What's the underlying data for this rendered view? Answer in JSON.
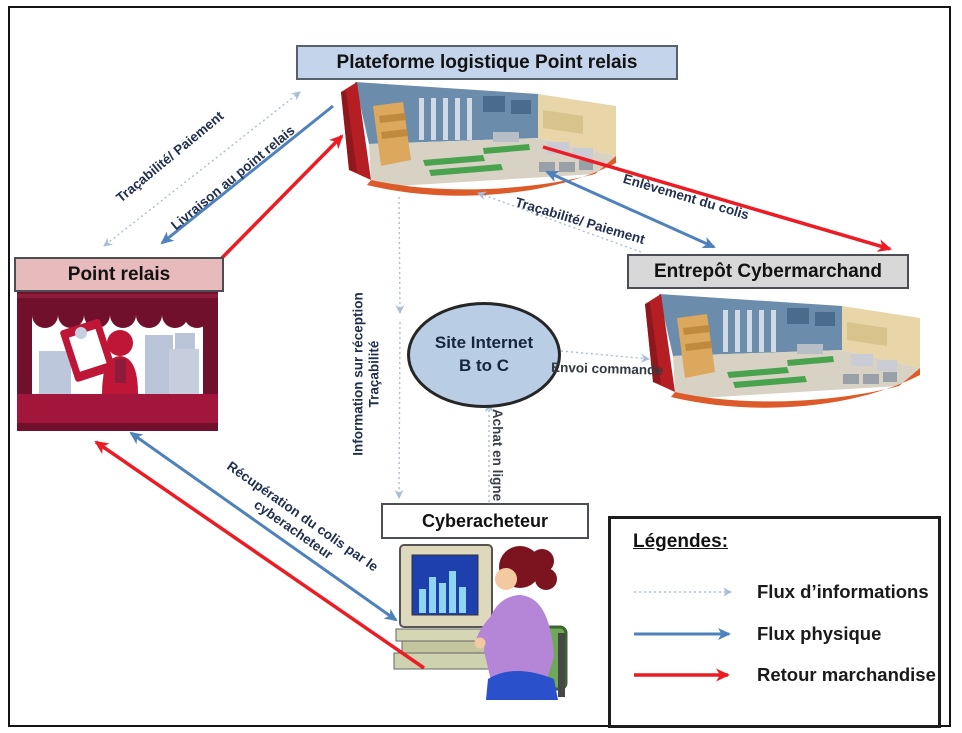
{
  "nodes": {
    "plateforme": {
      "label": "Plateforme logistique Point relais",
      "fill": "#c3d4eb"
    },
    "point_relais": {
      "label": "Point relais",
      "fill": "#e7babb"
    },
    "entrepot": {
      "label": "Entrepôt Cybermarchand",
      "fill": "#d8d8d8"
    },
    "site_internet": {
      "line1": "Site Internet",
      "line2": "B to C",
      "fill": "#b9cde5"
    },
    "cyberacheteur": {
      "label": "Cyberacheteur",
      "fill": "#ffffff"
    }
  },
  "edge_labels": {
    "tracabilite_paiement_left": "Traçabilité/ Paiement",
    "livraison_point_relais": "Livraison au point relais",
    "enlevement_colis": "Enlèvement du colis",
    "tracabilite_paiement_right": "Traçabilité/ Paiement",
    "envoi_commande": "Envoi commande",
    "information_reception_line1": "Information sur réception",
    "information_reception_line2": "Traçabilité",
    "achat_en_ligne": "Achat en ligne",
    "recuperation_line1": "Récupération du colis par le",
    "recuperation_line2": "cyberacheteur"
  },
  "legend": {
    "title": "Légendes:",
    "items": [
      {
        "label": "Flux d’informations",
        "type": "information"
      },
      {
        "label": "Flux physique",
        "type": "physique"
      },
      {
        "label": "Retour marchandise",
        "type": "retour"
      }
    ]
  },
  "colors": {
    "information": "#a9bdd3",
    "physique": "#4f81bd",
    "retour": "#ed1c24"
  }
}
